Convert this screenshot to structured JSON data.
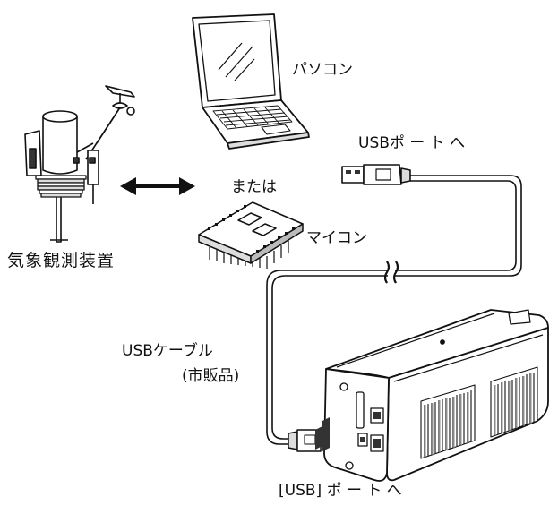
{
  "labels": {
    "pc": "パソコン",
    "usb_port": "USBポ ー ト へ",
    "or": "または",
    "microcontroller": "マイコン",
    "weather_device": "気象観測装置",
    "usb_cable": "USBケーブル",
    "retail": "(市販品)",
    "usb_port_bracket": "[USB] ポ ー ト へ"
  },
  "colors": {
    "line": "#111111",
    "fill_light": "#ffffff",
    "fill_gray": "#d9d9d9",
    "fill_dark": "#555555"
  }
}
